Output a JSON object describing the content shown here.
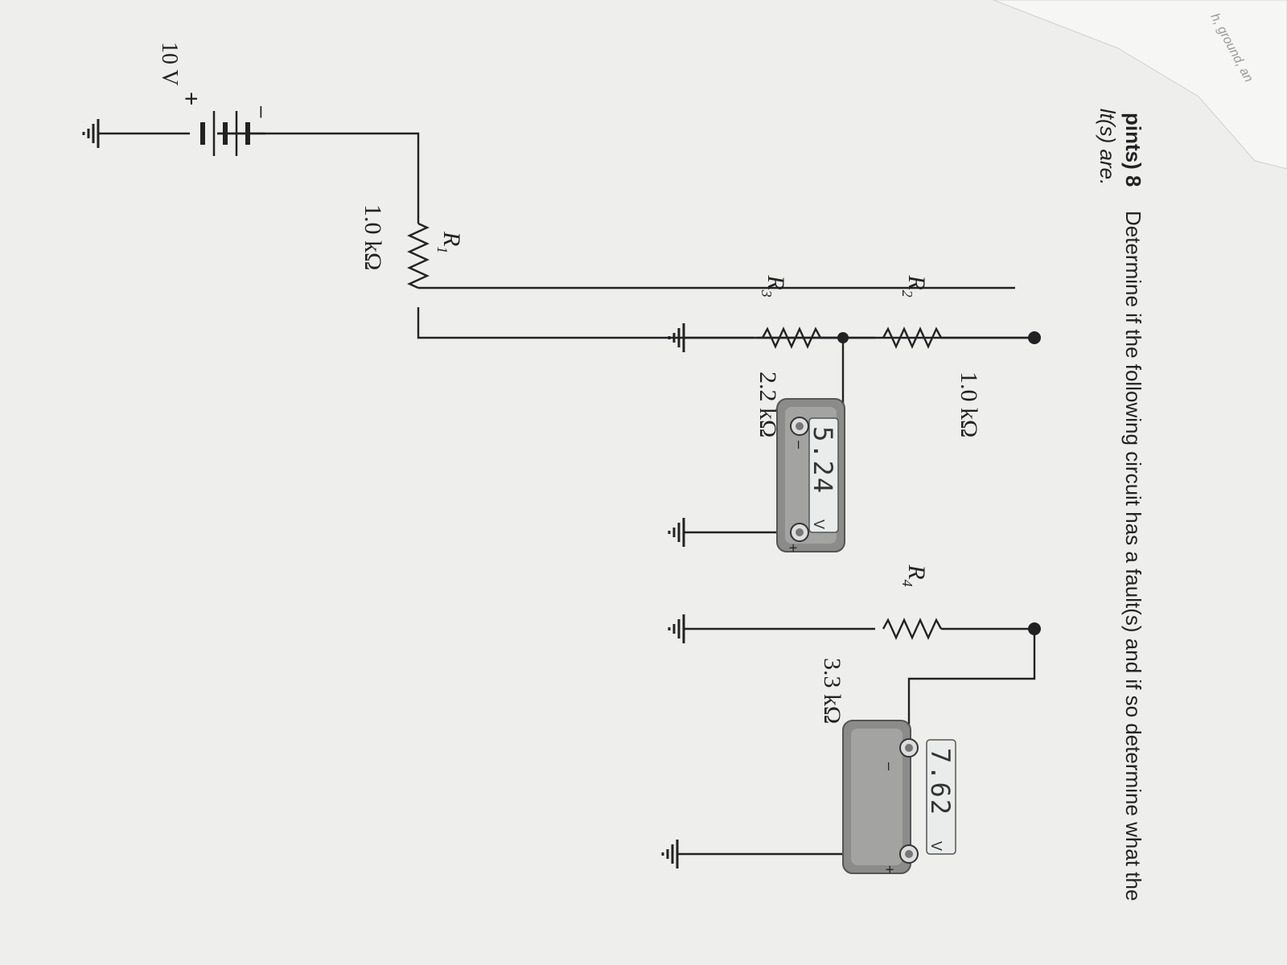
{
  "page": {
    "question_prefix": "pints) 8",
    "question_text": "Determine if the following circuit has a fault(s) and if so determine what the",
    "question_continued": "lt(s) are.",
    "corner_fragment": "h, ground, an"
  },
  "circuit": {
    "source": {
      "value": "10 V",
      "minus": "–",
      "plus": "+"
    },
    "resistors": [
      {
        "name": "R1",
        "label": "R",
        "sub": "1",
        "value": "1.0 kΩ"
      },
      {
        "name": "R2",
        "label": "R",
        "sub": "2",
        "value": "1.0 kΩ"
      },
      {
        "name": "R3",
        "label": "R",
        "sub": "3",
        "value": "2.2 kΩ"
      },
      {
        "name": "R4",
        "label": "R",
        "sub": "4",
        "value": "3.3 kΩ"
      }
    ],
    "meters": [
      {
        "reading": "5.24",
        "unit": "V",
        "minus": "–",
        "plus": "+"
      },
      {
        "reading": "7.62",
        "unit": "V",
        "minus": "–",
        "plus": "+"
      }
    ]
  },
  "colors": {
    "paper": "#efefed",
    "ink": "#222222",
    "meter_body": "#8a8a88",
    "lcd_bg": "#e9ecea",
    "background": "#8c8a86"
  }
}
